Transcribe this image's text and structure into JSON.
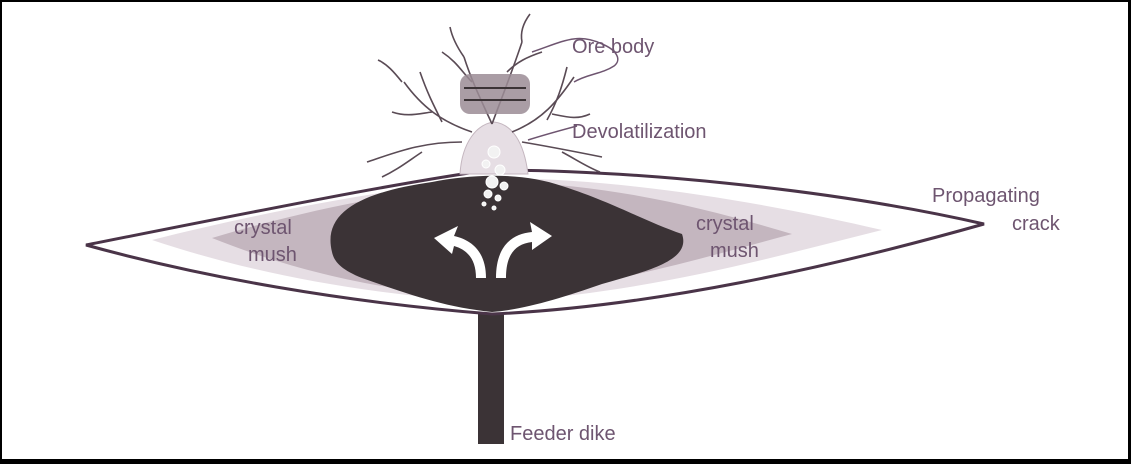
{
  "labels": {
    "ore_body": "Ore body",
    "devolatilization": "Devolatilization",
    "propagating_line1": "Propagating",
    "propagating_line2": "crack",
    "crystal_left_line1": "crystal",
    "crystal_left_line2": "mush",
    "crystal_right_line1": "crystal",
    "crystal_right_line2": "mush",
    "feeder_dike": "Feeder dike"
  },
  "colors": {
    "magma": "#3b3336",
    "mush_dark": "#c4b6bf",
    "mush_light": "#e6dee4",
    "outline": "#4a3448",
    "label": "#6e5570",
    "ore": "#5a4b55"
  }
}
